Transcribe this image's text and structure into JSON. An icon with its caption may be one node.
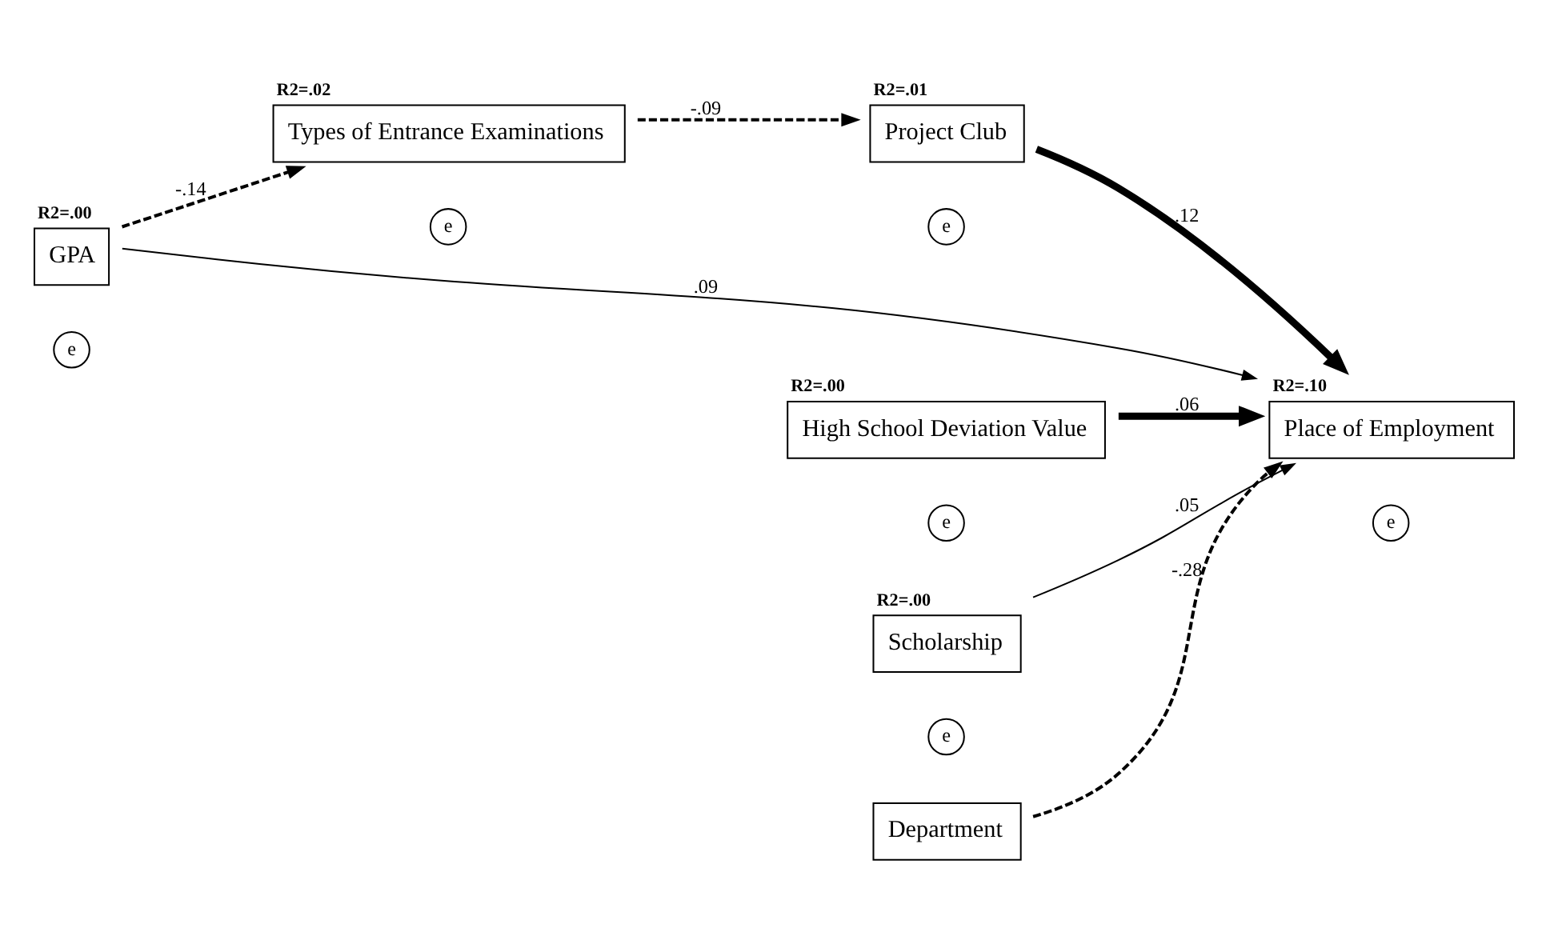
{
  "diagram": {
    "nodes": [
      {
        "text": [
          "Types of Entrance Examinations"
        ],
        "beside": [
          "R2=.02"
        ]
      },
      {
        "text": [
          "e"
        ]
      },
      {
        "text": [
          "GPA"
        ],
        "beside": [
          "R2=.00"
        ]
      },
      {
        "text": [
          "e"
        ]
      },
      {
        "text": [
          "High School Deviation Value"
        ],
        "beside": [
          "R2=.00"
        ]
      },
      {
        "text": [
          "e"
        ]
      },
      {
        "text": [
          "Place of Employment"
        ],
        "beside": [
          "R2=.10"
        ]
      },
      {
        "text": [
          "e"
        ]
      },
      {
        "text": [
          "Scholarship"
        ],
        "beside": [
          "R2=.00"
        ]
      },
      {
        "text": [
          "e"
        ]
      },
      {
        "text": [
          "Project Club"
        ],
        "beside": [
          "R2=.01"
        ]
      },
      {
        "text": [
          "e"
        ]
      },
      {
        "text": [
          "Department"
        ]
      }
    ],
    "edges": [
      {
        "from": 2,
        "to": 0,
        "arrow": "to",
        "label": "-.14",
        "style": "dashed"
      },
      {
        "from": 0,
        "to": 10,
        "arrow": "to",
        "label": "-.09",
        "style": "dashed"
      },
      {
        "from": 2,
        "to": 6,
        "arrow": "to",
        "label": ".09"
      },
      {
        "from": 4,
        "to": 6,
        "arrow": "to",
        "label": ".06",
        "style": "thick"
      },
      {
        "from": 8,
        "to": 6,
        "arrow": "to",
        "label": ".05"
      },
      {
        "from": 10,
        "to": 6,
        "arrow": "to",
        "label": ".12",
        "style": "thick"
      },
      {
        "from": 12,
        "to": 6,
        "arrow": "to",
        "label": "-.28",
        "style": "dashed"
      }
    ]
  }
}
